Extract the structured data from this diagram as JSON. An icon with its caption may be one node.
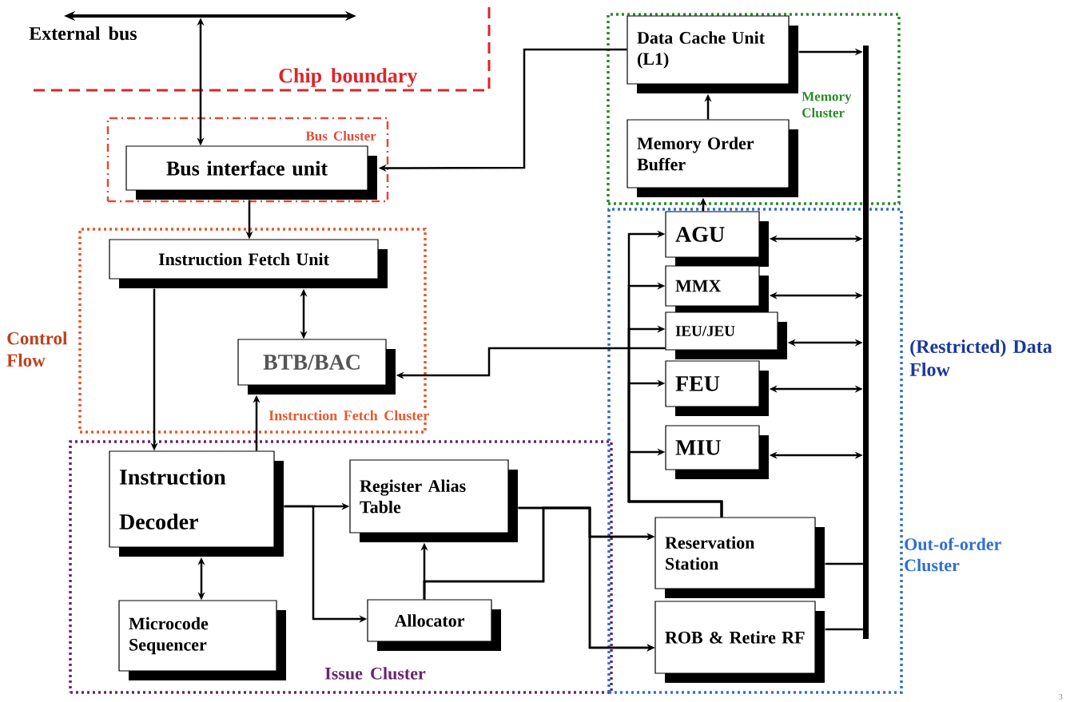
{
  "diagram": {
    "nodes": [
      {
        "text": [],
        "shape": "bar",
        "beside": [
          "External bus"
        ]
      },
      {
        "text": [
          "Bus Cluster"
        ]
      },
      {
        "text": [
          "Bus interface unit"
        ],
        "in": 1
      },
      {
        "text": [
          "Instruction Fetch Cluster"
        ]
      },
      {
        "text": [
          "Instruction Fetch Unit"
        ],
        "in": 3
      },
      {
        "text": [
          "BTB/BAC"
        ],
        "in": 3
      },
      {
        "text": [
          "Issue Cluster"
        ]
      },
      {
        "text": [
          "Instruction Decoder"
        ],
        "in": 6
      },
      {
        "text": [
          "Register Alias Table"
        ],
        "in": 6
      },
      {
        "text": [
          "Microcode Sequencer"
        ],
        "in": 6
      },
      {
        "text": [
          "Allocator"
        ],
        "in": 6
      },
      {
        "text": [
          "Memory Cluster"
        ]
      },
      {
        "text": [
          "Data Cache Unit (L1)"
        ],
        "in": 11
      },
      {
        "text": [
          "Memory Order Buffer"
        ],
        "in": 11
      },
      {
        "text": [
          "Out-of-order Cluster"
        ]
      },
      {
        "text": [
          "AGU"
        ],
        "in": 14
      },
      {
        "text": [
          "MMX"
        ],
        "in": 14
      },
      {
        "text": [
          "IEU/JEU"
        ],
        "in": 14
      },
      {
        "text": [
          "FEU"
        ],
        "in": 14
      },
      {
        "text": [
          "MIU"
        ],
        "in": 14
      },
      {
        "text": [
          "Reservation Station"
        ],
        "in": 14
      },
      {
        "text": [
          "ROB & Retire RF"
        ],
        "in": 14
      },
      {
        "text": [],
        "shape": "bar",
        "in": 14
      }
    ],
    "edges": [
      {
        "from": 0,
        "to": 2,
        "arrow": "both"
      },
      {
        "from": 12,
        "to": 2,
        "arrow": "to"
      },
      {
        "from": 12,
        "to": 22,
        "arrow": "to"
      },
      {
        "from": 13,
        "to": 12,
        "arrow": "to"
      },
      {
        "from": 15,
        "to": 13,
        "arrow": "to"
      },
      {
        "from": 2,
        "to": 4,
        "arrow": "to"
      },
      {
        "from": 4,
        "to": 5,
        "arrow": "both"
      },
      {
        "from": 4,
        "to": 7,
        "arrow": "to"
      },
      {
        "from": 7,
        "to": 5,
        "arrow": "to"
      },
      {
        "from": 17,
        "to": 5,
        "arrow": "to"
      },
      {
        "from": 7,
        "to": 9,
        "arrow": "both"
      },
      {
        "from": 7,
        "to": 8,
        "arrow": "to"
      },
      {
        "from": 7,
        "to": 10,
        "arrow": "to"
      },
      {
        "from": 10,
        "to": 8,
        "arrow": "to"
      },
      {
        "from": 8,
        "to": 20,
        "arrow": "to"
      },
      {
        "from": 8,
        "to": 21,
        "arrow": "to"
      },
      {
        "from": 10,
        "to": 20,
        "arrow": "to"
      },
      {
        "from": 10,
        "to": 21,
        "arrow": "to"
      },
      {
        "from": 20,
        "to": 15,
        "arrow": "to"
      },
      {
        "from": 20,
        "to": 16,
        "arrow": "to"
      },
      {
        "from": 20,
        "to": 17,
        "arrow": "to"
      },
      {
        "from": 20,
        "to": 18,
        "arrow": "to"
      },
      {
        "from": 20,
        "to": 19,
        "arrow": "to"
      },
      {
        "from": 15,
        "to": 22,
        "arrow": "both"
      },
      {
        "from": 16,
        "to": 22,
        "arrow": "both"
      },
      {
        "from": 17,
        "to": 22,
        "arrow": "both"
      },
      {
        "from": 18,
        "to": 22,
        "arrow": "both"
      },
      {
        "from": 19,
        "to": 22,
        "arrow": "both"
      },
      {
        "from": 20,
        "to": 22,
        "arrow": "none"
      },
      {
        "from": 21,
        "to": 22,
        "arrow": "none"
      }
    ],
    "labels": [
      "Chip boundary",
      "Control Flow",
      "(Restricted) Data Flow",
      "3"
    ]
  }
}
